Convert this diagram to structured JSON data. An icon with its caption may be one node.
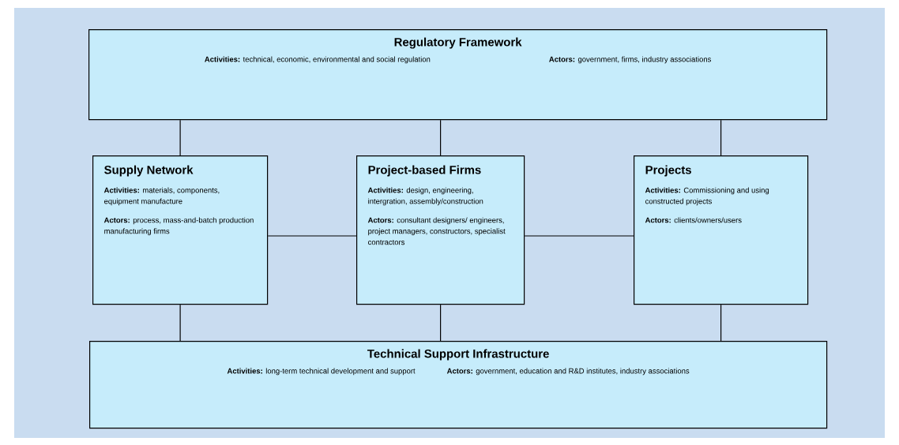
{
  "diagram": {
    "nodes": [
      {
        "text": [
          "Regulatory Framework",
          "**Activities:** technical, economic, environmental and social regulation",
          "**Actors:** government, firms, industry associations"
        ]
      },
      {
        "text": [
          "Supply Network",
          "**Activities:** materials, components, equipment manufacture",
          "**Actors:** process, mass-and-batch production manufacturing firms"
        ]
      },
      {
        "text": [
          "Project-based Firms",
          "**Activities:** design, engineering, intergration, assembly/construction",
          "**Actors:** consultant designers/ engineers, project managers, constructors, specialist contractors"
        ]
      },
      {
        "text": [
          "Projects",
          "**Activities:** Commissioning and using constructed projects",
          "**Actors:** clients/owners/users"
        ]
      },
      {
        "text": [
          "Technical Support Infrastructure",
          "**Activities:** long-term technical development and support",
          "**Actors:** government, education and R&D institutes, industry associations"
        ]
      }
    ],
    "edges": [
      {
        "from": 0,
        "to": 1,
        "arrow": "none"
      },
      {
        "from": 0,
        "to": 2,
        "arrow": "none"
      },
      {
        "from": 0,
        "to": 3,
        "arrow": "none"
      },
      {
        "from": 1,
        "to": 2,
        "arrow": "none"
      },
      {
        "from": 2,
        "to": 3,
        "arrow": "none"
      },
      {
        "from": 1,
        "to": 4,
        "arrow": "none"
      },
      {
        "from": 2,
        "to": 4,
        "arrow": "none"
      },
      {
        "from": 3,
        "to": 4,
        "arrow": "none"
      }
    ]
  }
}
